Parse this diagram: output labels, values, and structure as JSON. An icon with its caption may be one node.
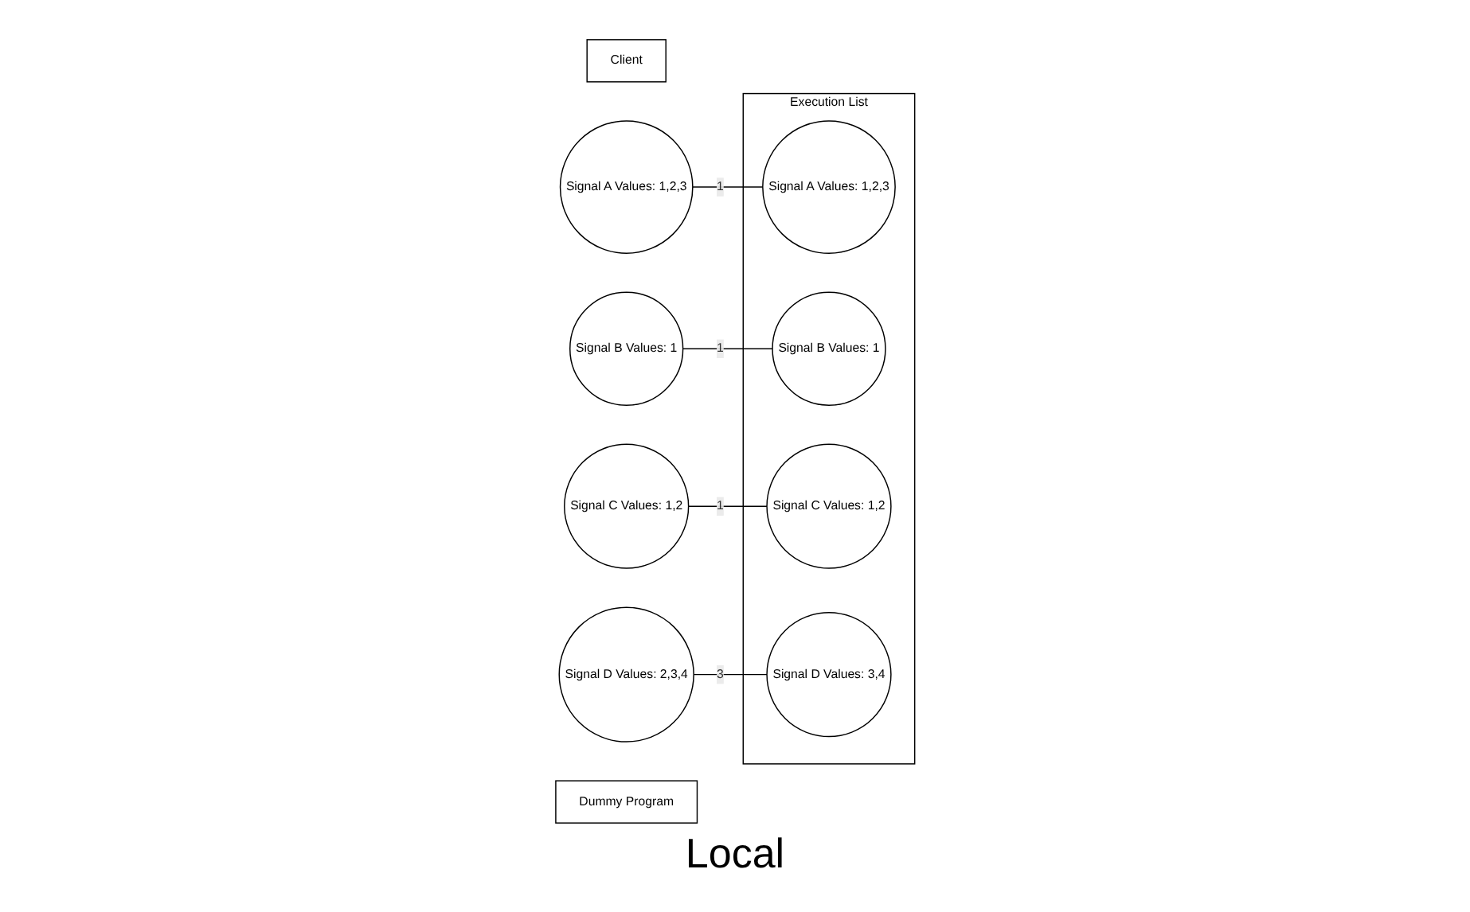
{
  "diagram": {
    "nodes": [
      {
        "text": [
          "Client"
        ]
      },
      {
        "text": [
          "Signal A Values: 1,2,3"
        ]
      },
      {
        "text": [
          "Signal B Values: 1"
        ]
      },
      {
        "text": [
          "Signal C Values: 1,2"
        ]
      },
      {
        "text": [
          "Signal D Values: 2,3,4"
        ]
      },
      {
        "text": [
          "Execution List"
        ]
      },
      {
        "text": [
          "Signal A Values: 1,2,3"
        ],
        "in": 5
      },
      {
        "text": [
          "Signal B Values: 1"
        ],
        "in": 5
      },
      {
        "text": [
          "Signal C Values: 1,2"
        ],
        "in": 5
      },
      {
        "text": [
          "Signal D Values: 3,4"
        ],
        "in": 5
      },
      {
        "text": [
          "Dummy Program"
        ]
      }
    ],
    "edges": [
      {
        "from": 1,
        "to": 6,
        "label": "1",
        "arrow": "none"
      },
      {
        "from": 2,
        "to": 7,
        "label": "1",
        "arrow": "none"
      },
      {
        "from": 3,
        "to": 8,
        "label": "1",
        "arrow": "none"
      },
      {
        "from": 4,
        "to": 9,
        "label": "3",
        "arrow": "none"
      }
    ],
    "labels": [
      "Local"
    ]
  }
}
